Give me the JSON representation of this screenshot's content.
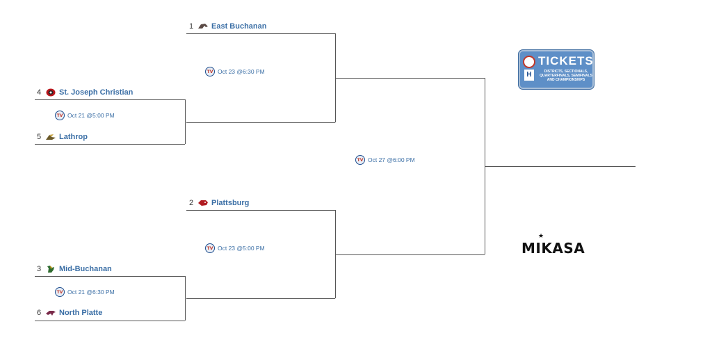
{
  "colors": {
    "link": "#3a6ea5",
    "line": "#555555",
    "tickets_bg": "#5e8fc7"
  },
  "teams": {
    "east_buchanan": {
      "seed": "1",
      "name": "East Buchanan",
      "icon": "eagle-icon"
    },
    "st_joseph_christian": {
      "seed": "4",
      "name": "St. Joseph Christian",
      "icon": "shield-icon"
    },
    "lathrop": {
      "seed": "5",
      "name": "Lathrop",
      "icon": "hornet-icon"
    },
    "plattsburg": {
      "seed": "2",
      "name": "Plattsburg",
      "icon": "tiger-icon"
    },
    "mid_buchanan": {
      "seed": "3",
      "name": "Mid-Buchanan",
      "icon": "dragon-icon"
    },
    "north_platte": {
      "seed": "6",
      "name": "North Platte",
      "icon": "panther-icon"
    }
  },
  "games": {
    "g1": "Oct 21 @5:00 PM",
    "g2": "Oct 21 @6:30 PM",
    "g3": "Oct 23 @6:30 PM",
    "g4": "Oct 23 @5:00 PM",
    "final": "Oct 27 @6:00 PM"
  },
  "tickets": {
    "title": "TICKETS",
    "subtitle": "DISTRICTS, SECTIONALS, QUARTERFINALS, SEMIFINALS AND CHAMPIONSHIPS",
    "hs_letter": "H"
  },
  "sponsor": {
    "name": "MIKASA"
  }
}
